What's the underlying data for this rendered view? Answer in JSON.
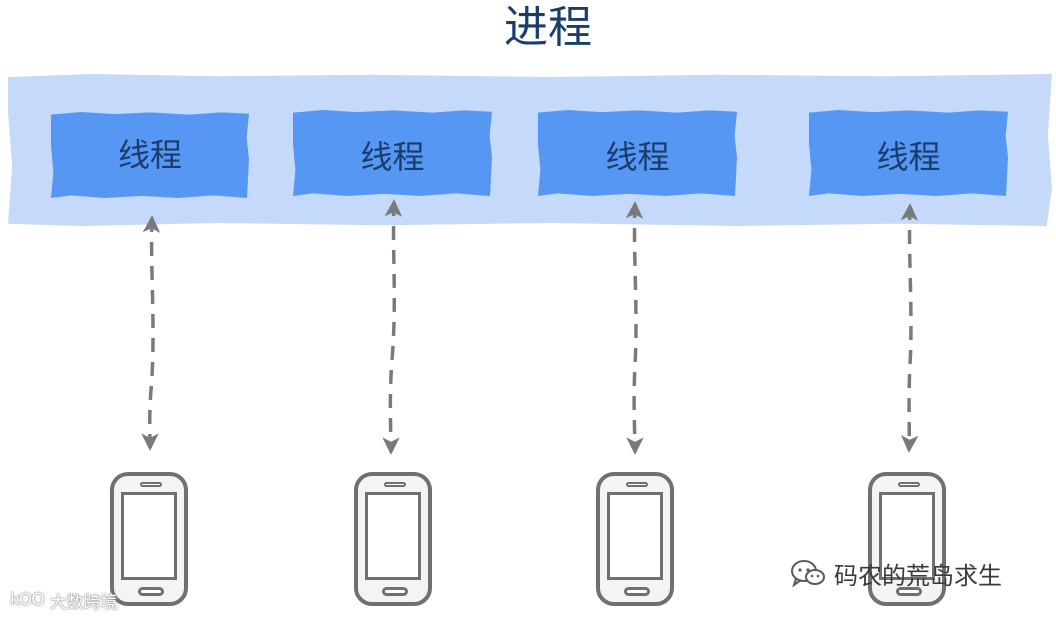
{
  "process": {
    "title": "进程"
  },
  "threads": [
    {
      "label": "线程"
    },
    {
      "label": "线程"
    },
    {
      "label": "线程"
    },
    {
      "label": "线程"
    }
  ],
  "clients": [
    {
      "icon": "smartphone-icon"
    },
    {
      "icon": "smartphone-icon"
    },
    {
      "icon": "smartphone-icon"
    },
    {
      "icon": "smartphone-icon"
    }
  ],
  "connections": {
    "style": "dashed",
    "direction": "bidirectional",
    "color": "#7a7a7a"
  },
  "colors": {
    "process_band": "#c5dafa",
    "thread_box": "#5697f3",
    "text": "#1b3d6e",
    "phone_outline": "#707070"
  },
  "watermarks": {
    "left_logo": "kOO",
    "left_text": "大数跨境",
    "right_icon": "wechat-icon",
    "right_text": "码农的荒岛求生"
  }
}
